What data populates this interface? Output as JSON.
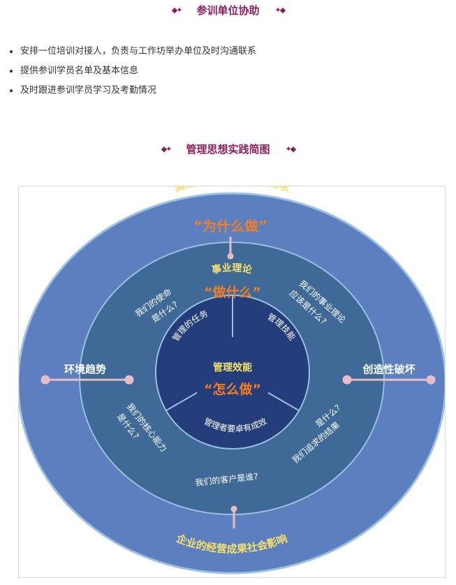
{
  "section1": {
    "title": "参训单位协助",
    "deco_left": "◆✦",
    "deco_right": "✦◆",
    "bullets": [
      "安排一位培训对接人，负责与工作坊举办单位及时沟通联系",
      "提供参训学员名单及基本信息",
      "及时跟进参训学员学习及考勤情况"
    ]
  },
  "section2": {
    "title": "管理思想实践简图",
    "deco_left": "◆✦",
    "deco_right": "✦◆"
  },
  "diagram": {
    "outer": {
      "top_line": "满足社会的某一特定需求",
      "top_quote": "“为什么做”",
      "bottom_line": "企业的经营成果社会影响",
      "left_label": "环境趋势",
      "right_label": "创造性破坏"
    },
    "middle": {
      "top_line": "事业理论",
      "top_quote": "“做什么”",
      "q_upper_left_1": "我们的使命",
      "q_upper_left_2": "是什么?",
      "q_upper_right_1": "我们的事业理论",
      "q_upper_right_2": "应该是什么?",
      "q_lower_left_1": "我们的核心能力",
      "q_lower_left_2": "是什么?",
      "q_lower_right_1": "我们追求的结果",
      "q_lower_right_2": "是什么?",
      "q_bottom": "我们的客户是谁?"
    },
    "inner": {
      "seg_left": "管理的任务",
      "seg_right": "管理技能",
      "seg_bottom": "管理者要卓有成效",
      "center_title": "管理效能",
      "center_quote": "“怎么做”"
    },
    "colors": {
      "outer_ring": "#5b7fbf",
      "middle_ring": "#3f6a97",
      "inner_disc": "#243e7c",
      "ring_border": "#9dbfe0",
      "yellow_text": "#f5e06a",
      "orange_text": "#f07d2a",
      "white_text": "#ffffff",
      "connector": "#e8bcc6",
      "title_color": "#8a1f5c"
    }
  }
}
